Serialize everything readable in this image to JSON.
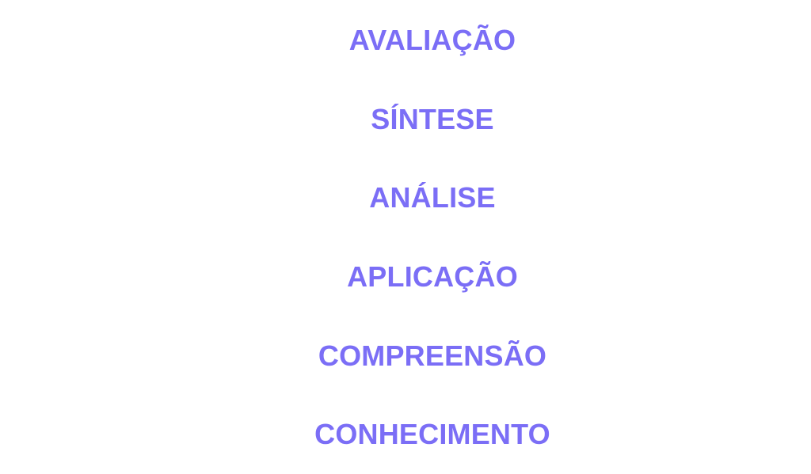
{
  "levels": [
    {
      "label": "AVALIAÇÃO"
    },
    {
      "label": "SÍNTESE"
    },
    {
      "label": "ANÁLISE"
    },
    {
      "label": "APLICAÇÃO"
    },
    {
      "label": "COMPREENSÃO"
    },
    {
      "label": "CONHECIMENTO"
    }
  ],
  "colors": {
    "text": "#7b6ef6",
    "background": "#ffffff"
  }
}
